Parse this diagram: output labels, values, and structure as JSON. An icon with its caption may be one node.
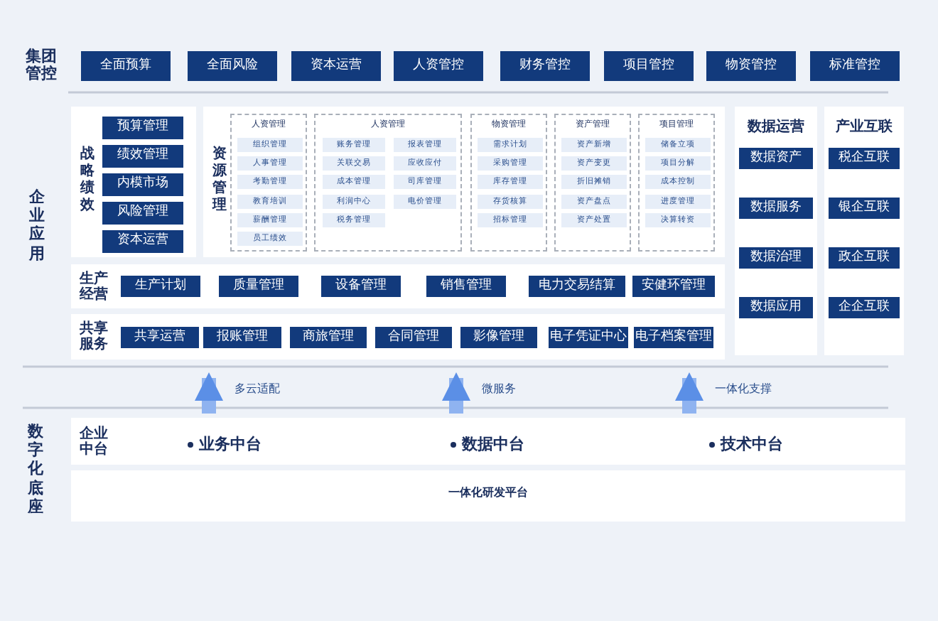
{
  "diagram": {
    "nodes": [
      {
        "text": [
          "集团管控"
        ]
      },
      {
        "text": [
          "全面预算"
        ],
        "in": 0
      },
      {
        "text": [
          "全面风险"
        ],
        "in": 0
      },
      {
        "text": [
          "资本运营"
        ],
        "in": 0
      },
      {
        "text": [
          "人资管控"
        ],
        "in": 0
      },
      {
        "text": [
          "财务管控"
        ],
        "in": 0
      },
      {
        "text": [
          "项目管控"
        ],
        "in": 0
      },
      {
        "text": [
          "物资管控"
        ],
        "in": 0
      },
      {
        "text": [
          "标准管控"
        ],
        "in": 0
      },
      {
        "text": [
          "企业应用"
        ]
      },
      {
        "text": [
          "战略绩效"
        ],
        "in": 9
      },
      {
        "text": [
          "预算管理"
        ],
        "in": 10
      },
      {
        "text": [
          "绩效管理"
        ],
        "in": 10
      },
      {
        "text": [
          "内模市场"
        ],
        "in": 10
      },
      {
        "text": [
          "风险管理"
        ],
        "in": 10
      },
      {
        "text": [
          "资本运营"
        ],
        "in": 10
      },
      {
        "text": [
          "资源管理"
        ],
        "in": 9
      },
      {
        "text": [
          "人资管理"
        ],
        "in": 16
      },
      {
        "text": [
          "组织管理"
        ],
        "in": 17
      },
      {
        "text": [
          "人事管理"
        ],
        "in": 17
      },
      {
        "text": [
          "考勤管理"
        ],
        "in": 17
      },
      {
        "text": [
          "教育培训"
        ],
        "in": 17
      },
      {
        "text": [
          "薪酬管理"
        ],
        "in": 17
      },
      {
        "text": [
          "员工绩效"
        ],
        "in": 17
      },
      {
        "text": [
          "人资管理"
        ],
        "in": 16
      },
      {
        "text": [
          "账务管理"
        ],
        "in": 24
      },
      {
        "text": [
          "报表管理"
        ],
        "in": 24
      },
      {
        "text": [
          "关联交易"
        ],
        "in": 24
      },
      {
        "text": [
          "应收应付"
        ],
        "in": 24
      },
      {
        "text": [
          "成本管理"
        ],
        "in": 24
      },
      {
        "text": [
          "司库管理"
        ],
        "in": 24
      },
      {
        "text": [
          "利润中心"
        ],
        "in": 24
      },
      {
        "text": [
          "电价管理"
        ],
        "in": 24
      },
      {
        "text": [
          "税务管理"
        ],
        "in": 24
      },
      {
        "text": [
          "物资管理"
        ],
        "in": 16
      },
      {
        "text": [
          "需求计划"
        ],
        "in": 34
      },
      {
        "text": [
          "采购管理"
        ],
        "in": 34
      },
      {
        "text": [
          "库存管理"
        ],
        "in": 34
      },
      {
        "text": [
          "存货核算"
        ],
        "in": 34
      },
      {
        "text": [
          "招标管理"
        ],
        "in": 34
      },
      {
        "text": [
          "资产管理"
        ],
        "in": 16
      },
      {
        "text": [
          "资产新增"
        ],
        "in": 40
      },
      {
        "text": [
          "资产变更"
        ],
        "in": 40
      },
      {
        "text": [
          "折旧摊销"
        ],
        "in": 40
      },
      {
        "text": [
          "资产盘点"
        ],
        "in": 40
      },
      {
        "text": [
          "资产处置"
        ],
        "in": 40
      },
      {
        "text": [
          "项目管理"
        ],
        "in": 16
      },
      {
        "text": [
          "储备立项"
        ],
        "in": 46
      },
      {
        "text": [
          "项目分解"
        ],
        "in": 46
      },
      {
        "text": [
          "成本控制"
        ],
        "in": 46
      },
      {
        "text": [
          "进度管理"
        ],
        "in": 46
      },
      {
        "text": [
          "决算转资"
        ],
        "in": 46
      },
      {
        "text": [
          "数据运营"
        ],
        "in": 9
      },
      {
        "text": [
          "数据资产"
        ],
        "in": 52
      },
      {
        "text": [
          "数据服务"
        ],
        "in": 52
      },
      {
        "text": [
          "数据治理"
        ],
        "in": 52
      },
      {
        "text": [
          "数据应用"
        ],
        "in": 52
      },
      {
        "text": [
          "产业互联"
        ],
        "in": 9
      },
      {
        "text": [
          "税企互联"
        ],
        "in": 57
      },
      {
        "text": [
          "银企互联"
        ],
        "in": 57
      },
      {
        "text": [
          "政企互联"
        ],
        "in": 57
      },
      {
        "text": [
          "企企互联"
        ],
        "in": 57
      },
      {
        "text": [
          "生产经营"
        ],
        "in": 9
      },
      {
        "text": [
          "生产计划"
        ],
        "in": 62
      },
      {
        "text": [
          "质量管理"
        ],
        "in": 62
      },
      {
        "text": [
          "设备管理"
        ],
        "in": 62
      },
      {
        "text": [
          "销售管理"
        ],
        "in": 62
      },
      {
        "text": [
          "电力交易结算"
        ],
        "in": 62
      },
      {
        "text": [
          "安健环管理"
        ],
        "in": 62
      },
      {
        "text": [
          "共享服务"
        ],
        "in": 9
      },
      {
        "text": [
          "共享运营"
        ],
        "in": 69
      },
      {
        "text": [
          "报账管理"
        ],
        "in": 69
      },
      {
        "text": [
          "商旅管理"
        ],
        "in": 69
      },
      {
        "text": [
          "合同管理"
        ],
        "in": 69
      },
      {
        "text": [
          "影像管理"
        ],
        "in": 69
      },
      {
        "text": [
          "电子凭证中心"
        ],
        "in": 69
      },
      {
        "text": [
          "电子档案管理"
        ],
        "in": 69
      },
      {
        "text": [
          "数字化底座"
        ]
      },
      {
        "text": [
          "企业中台"
        ],
        "in": 77
      },
      {
        "text": [
          "一体化研发平台"
        ],
        "in": 77
      }
    ],
    "edges": [
      {
        "from": 77,
        "to": 9,
        "arrow": "to",
        "label": "多云适配"
      },
      {
        "from": 77,
        "to": 9,
        "arrow": "to",
        "label": "微服务"
      },
      {
        "from": 77,
        "to": 9,
        "arrow": "to",
        "label": "一体化支撑"
      }
    ],
    "labels": [
      "业务中台",
      "数据中台",
      "技术中台"
    ]
  }
}
